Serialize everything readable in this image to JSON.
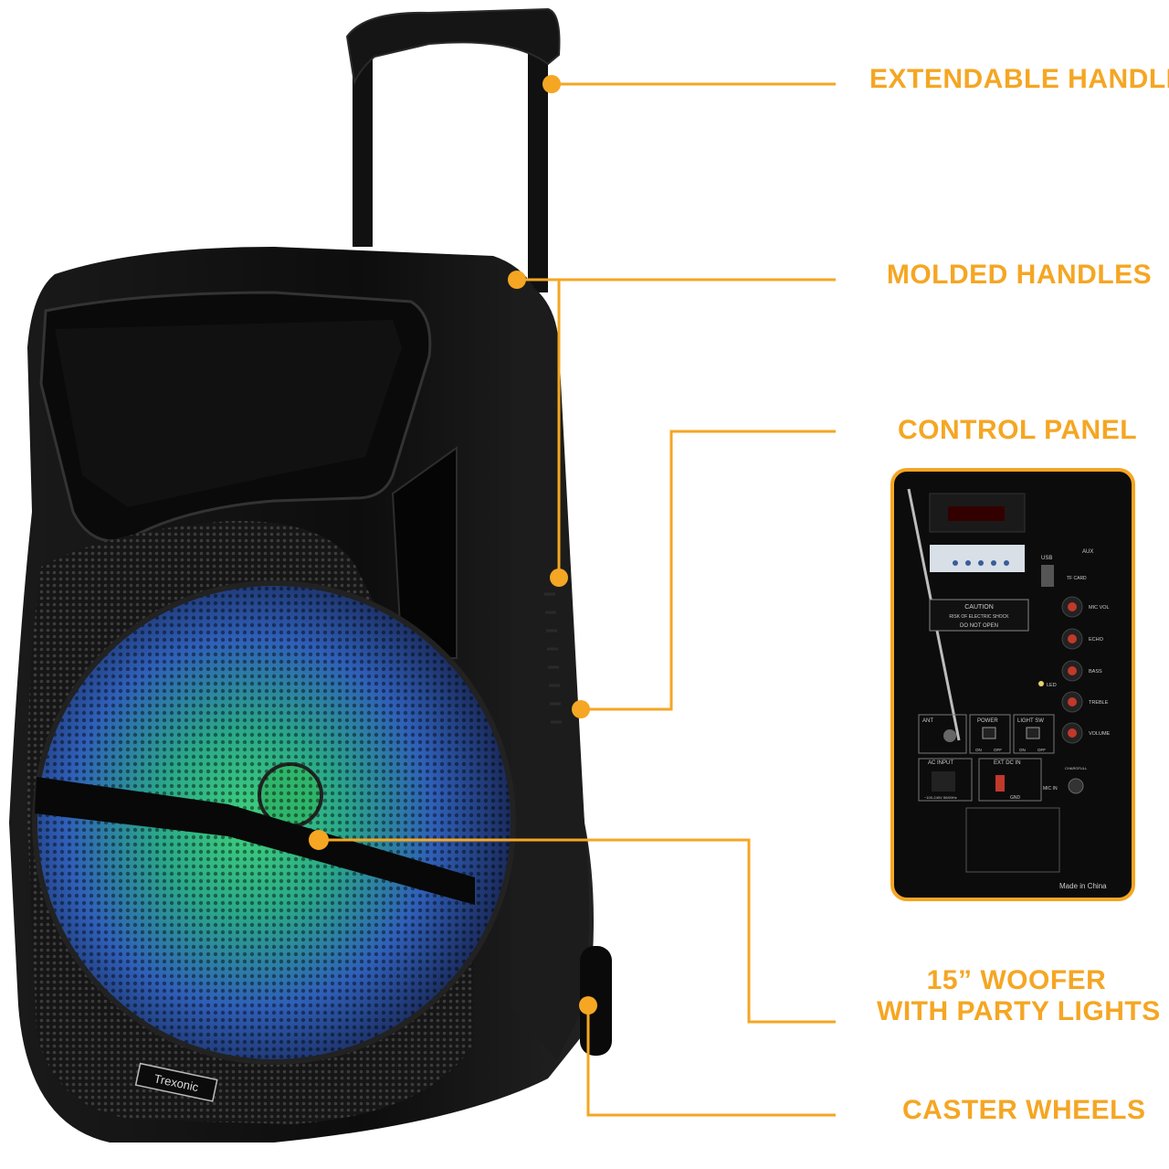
{
  "brand": "Trexonic",
  "accent_color": "#f5a623",
  "callouts": {
    "extendable_handle": "EXTENDABLE HANDLE",
    "molded_handles": "MOLDED HANDLES",
    "control_panel": "CONTROL PANEL",
    "woofer_line1": "15” WOOFER",
    "woofer_line2": "WITH PARTY LIGHTS",
    "caster_wheels": "CASTER WHEELS"
  },
  "control_panel_labels": {
    "aux": "AUX",
    "usb": "USB",
    "tf_card": "TF CARD",
    "caution": "CAUTION",
    "risk": "RISK OF ELECTRIC SHOCK",
    "do_not_open": "DO NOT OPEN",
    "mic_vol": "MIC VOL",
    "echo": "ECHO",
    "bass": "BASS",
    "treble": "TREBLE",
    "volume": "VOLUME",
    "led": "LED",
    "ant": "ANT",
    "power": "POWER",
    "light_sw": "LIGHT SW",
    "on": "ON",
    "off": "OFF",
    "ac_input": "AC INPUT",
    "ac_rating": "~100-240V 50/60Hz",
    "ext_dc_in": "EXT DC IN",
    "gnd": "GND",
    "mic_in": "MIC IN",
    "chargfull": "CHARGFULL",
    "made_in": "Made in China"
  }
}
